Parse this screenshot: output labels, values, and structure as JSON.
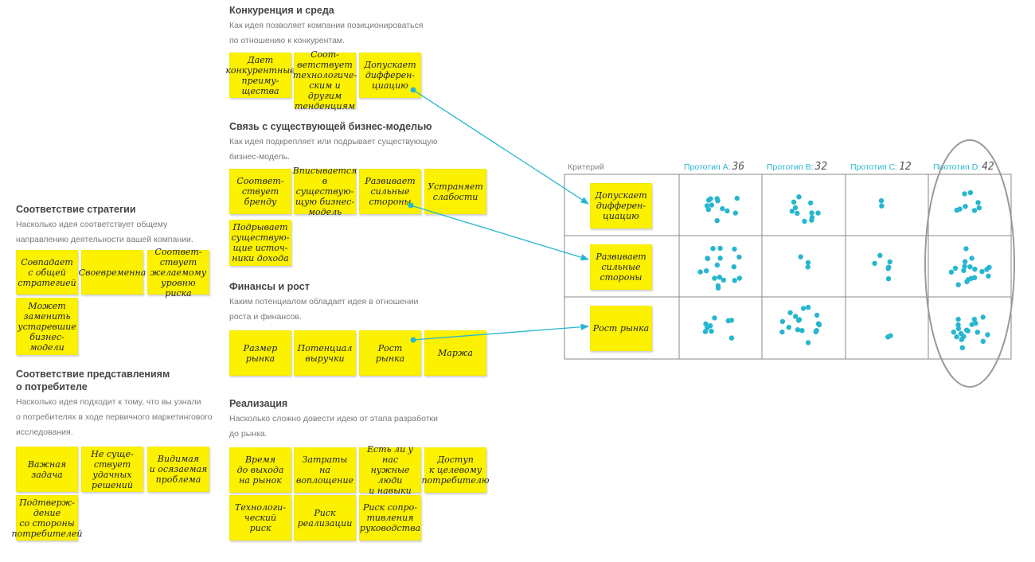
{
  "colors": {
    "accent": "#27b6d0",
    "sticky": "#fbf100",
    "grid": "#8a8a8a"
  },
  "sections": {
    "competition": {
      "title": "Конкуренция и среда",
      "desc": "Как идея позволяет компании позиционироваться\nпо отношению к конкурентам.",
      "notes": [
        "Дает\nконкурентные\nпреиму-\nщества",
        "Соот-\nветствует\nтехнологиче-\nским и другим\nтенденциям",
        "Допускает\nдифферен-\nциацию"
      ]
    },
    "business_model": {
      "title": "Связь с существующей бизнес-моделью",
      "desc": "Как идея подкрепляет или подрывает существующую\nбизнес-модель.",
      "notes": [
        "Соответ-\nствует\nбренду",
        "Вписывается\nв существую-\nщую бизнес-\nмодель",
        "Развивает\nсильные\nстороны",
        "Устраняет\nслабости",
        "Подрывает\nсуществую-\nщие источ-\nники дохода"
      ]
    },
    "finance": {
      "title": "Финансы и рост",
      "desc": "Каким потенциалом обладает идея в отношении\nроста и финансов.",
      "notes": [
        "Размер\nрынка",
        "Потенциал\nвыручки",
        "Рост\nрынка",
        "Маржа"
      ]
    },
    "implementation": {
      "title": "Реализация",
      "desc": "Насколько сложно довести идею от этапа разработки\nдо рынка.",
      "notes": [
        "Время\nдо выхода\nна рынок",
        "Затраты\nна\nвоплощение",
        "Есть ли у нас\nнужные люди\nи навыки",
        "Доступ\nк целевому\nпотребителю",
        "Технологи-\nческий\nриск",
        "Риск\nреализации",
        "Риск сопро-\nтивления\nруководства"
      ]
    },
    "strategy": {
      "title": "Соответствие стратегии",
      "desc": "Насколько идея соответствует общему\nнаправлению деятельности вашей компании.",
      "notes": [
        "Совпадает\nс общей\nстратегией",
        "Своевременна",
        "Соответ-\nствует\nжелаемому\nуровню риска",
        "Может\nзаменить\nустаревшие\nбизнес-\nмодели"
      ]
    },
    "customer": {
      "title": "Соответствие представлениям\nо потребителе",
      "desc": "Насколько идея подходит к тому, что вы узнали\nо потребителях в ходе первичного маркетингового\nисследования.",
      "notes": [
        "Важная\nзадача",
        "Не суще-\nствует\nудачных\nрешений",
        "Видимая\nи осязаемая\nпроблема",
        "Подтверж-\nдение\nсо стороны\nпотребителей"
      ]
    }
  },
  "matrix": {
    "criterion_header": "Критерий",
    "prototypes": [
      {
        "label": "Прототип A:",
        "score": "36"
      },
      {
        "label": "Прототип B:",
        "score": "32"
      },
      {
        "label": "Прототип C:",
        "score": "12"
      },
      {
        "label": "Прототип D:",
        "score": "42"
      }
    ],
    "rows": [
      {
        "criterion": "Допускает\nдифферен-\nциацию",
        "votes": [
          12,
          11,
          2,
          8
        ]
      },
      {
        "criterion": "Развивает\nсильные\nстороны",
        "votes": [
          18,
          3,
          6,
          18
        ]
      },
      {
        "criterion": "Рост рынка",
        "votes": [
          9,
          17,
          2,
          18
        ]
      }
    ]
  }
}
